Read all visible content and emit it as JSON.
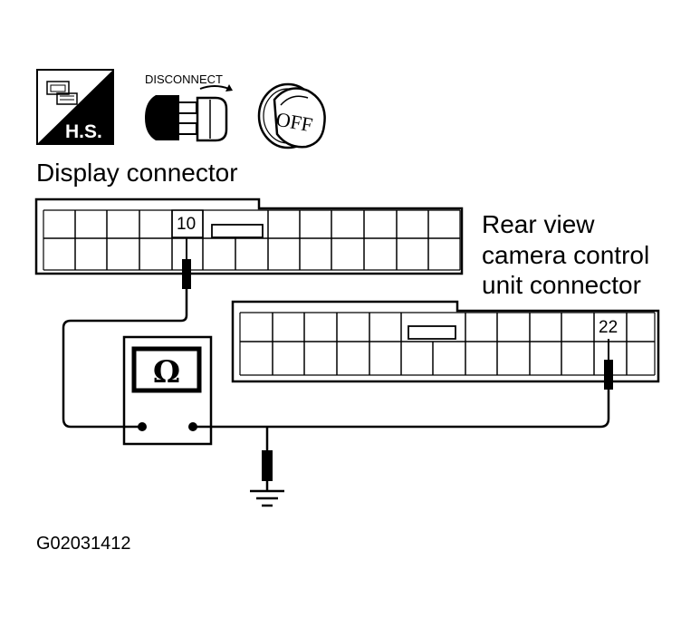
{
  "icons": {
    "hs": {
      "text": "H.S."
    },
    "disconnect": {
      "label": "DISCONNECT"
    },
    "ignition": {
      "text": "OFF"
    }
  },
  "display_connector": {
    "label": "Display connector",
    "pin": "10"
  },
  "camera_connector": {
    "label_lines": [
      "Rear view",
      "camera control",
      "unit connector"
    ],
    "pin": "22"
  },
  "ohmmeter": {
    "symbol": "Ω"
  },
  "figure_code": "G02031412"
}
